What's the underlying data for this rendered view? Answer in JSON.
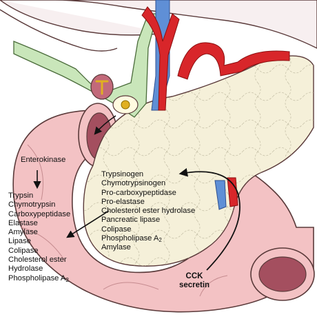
{
  "colors": {
    "duodenum": "#f3c2c4",
    "duodenum_outline": "#5a3a3a",
    "lumen": "#a44f5f",
    "pancreas": "#f5f0d9",
    "bile_duct": "#c9e6ba",
    "artery": "#d8262a",
    "vein": "#5f8fd6",
    "stomach_background": "#f7eff0"
  },
  "labels": {
    "enterokinase": "Enterokinase",
    "cck": "CCK",
    "secretin": "secretin"
  },
  "pancreas_enzymes": {
    "items": [
      {
        "text": "Trypsinogen",
        "sub": ""
      },
      {
        "text": "Chymotrypsinogen",
        "sub": ""
      },
      {
        "text": "Pro-carboxypeptidase",
        "sub": ""
      },
      {
        "text": "Pro-elastase",
        "sub": ""
      },
      {
        "text": "Cholesterol ester hydrolase",
        "sub": ""
      },
      {
        "text": "Pancreatic lipase",
        "sub": ""
      },
      {
        "text": "Colipase",
        "sub": ""
      },
      {
        "text": "Phospholipase A",
        "sub": "2"
      },
      {
        "text": "Amylase",
        "sub": ""
      }
    ]
  },
  "active_enzymes": {
    "items": [
      {
        "text": "Trypsin",
        "sub": ""
      },
      {
        "text": "Chymotrypsin",
        "sub": ""
      },
      {
        "text": "Carboxypeptidase",
        "sub": ""
      },
      {
        "text": "Elastase",
        "sub": ""
      },
      {
        "text": "Amylase",
        "sub": ""
      },
      {
        "text": "Lipase",
        "sub": ""
      },
      {
        "text": "Colipase",
        "sub": ""
      },
      {
        "text": "Cholesterol ester",
        "sub": ""
      },
      {
        "text": "Hydrolase",
        "sub": ""
      },
      {
        "text": "Phospholipase A",
        "sub": "2"
      }
    ]
  }
}
